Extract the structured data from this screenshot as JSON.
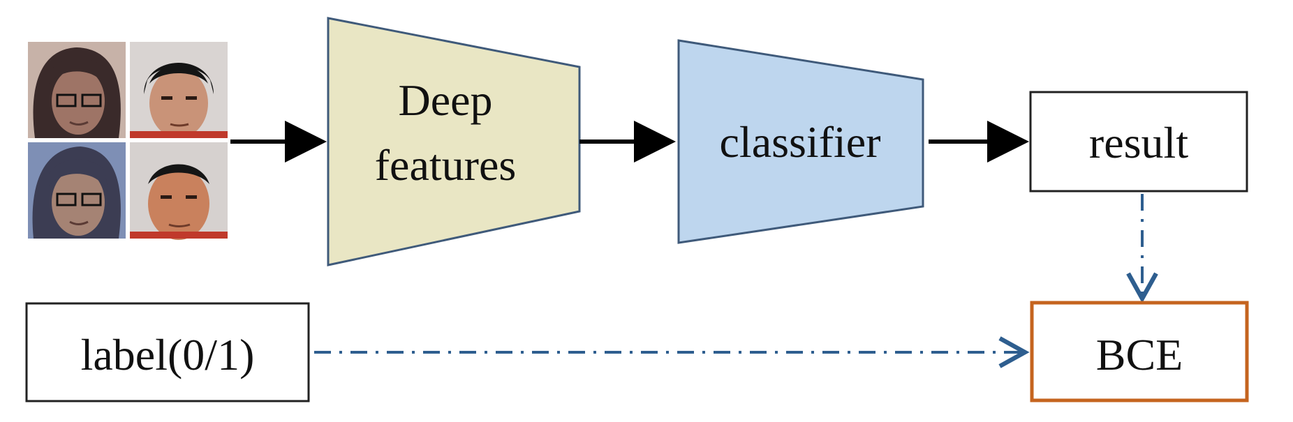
{
  "diagram": {
    "feature_extractor": {
      "line1": "Deep",
      "line2": "features",
      "fill": "#e9e6c4",
      "stroke": "#3f5a7a"
    },
    "classifier": {
      "label": "classifier",
      "fill": "#bed6ee",
      "stroke": "#3f5a7a"
    },
    "result": {
      "label": "result"
    },
    "loss": {
      "label": "BCE",
      "stroke": "#c5641f"
    },
    "label_box": {
      "label": "label(0/1)"
    },
    "colors": {
      "solid_arrow": "#000000",
      "dashed_arrow": "#2e5e8f"
    },
    "face_images": {
      "icon": "face-photo",
      "items": [
        {
          "name": "face-woman-1",
          "skin": "#9e7466",
          "hair": "#3a2a2a",
          "bg": "#c7b2a8"
        },
        {
          "name": "face-man-1",
          "skin": "#c99378",
          "hair": "#151515",
          "bg": "#d9d4d2"
        },
        {
          "name": "face-woman-2",
          "skin": "#a58374",
          "hair": "#3c3d53",
          "bg": "#7e8fb5"
        },
        {
          "name": "face-man-2",
          "skin": "#c9815d",
          "hair": "#151515",
          "bg": "#d6d1cf"
        }
      ]
    }
  }
}
